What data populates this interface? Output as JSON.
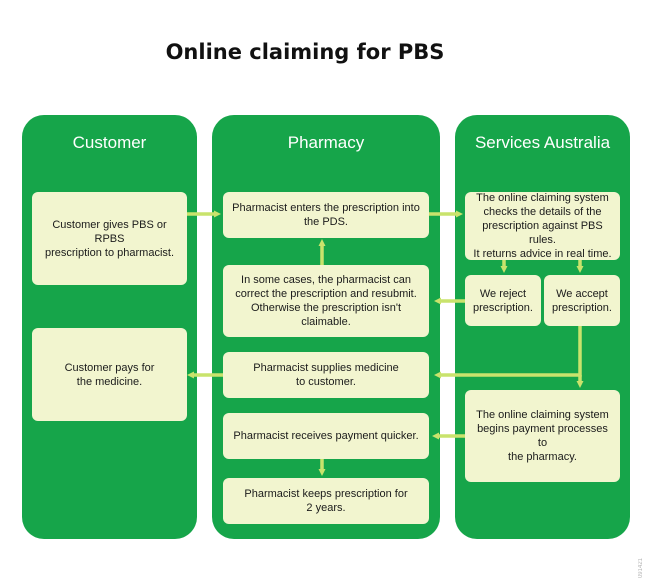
{
  "title": "Online claiming for PBS",
  "colors": {
    "lane": "#16a54a",
    "box": "#f2f5cf",
    "arrow": "#c9e36c"
  },
  "lanes": {
    "customer": "Customer",
    "pharmacy": "Pharmacy",
    "services": "Services Australia"
  },
  "boxes": {
    "customer_gives": "Customer gives PBS or RPBS\nprescription to pharmacist.",
    "customer_pays": "Customer pays for\nthe medicine.",
    "pharm_enters": "Pharmacist enters the prescription into\nthe PDS.",
    "pharm_correct": "In some cases, the pharmacist can\ncorrect the prescription and resubmit.\nOtherwise the prescription isn't\nclaimable.",
    "pharm_supplies": "Pharmacist supplies medicine\nto customer.",
    "pharm_receives": "Pharmacist receives payment quicker.",
    "pharm_keeps": "Pharmacist keeps prescription for\n2 years.",
    "sa_checks": "The online claiming system\nchecks the details of the\nprescription against PBS rules.\nIt returns advice in real time.",
    "sa_reject": "We reject\nprescription.",
    "sa_accept": "We accept\nprescription.",
    "sa_payment": "The online claiming system\nbegins payment processes to\nthe pharmacy."
  },
  "stamp": "091421"
}
